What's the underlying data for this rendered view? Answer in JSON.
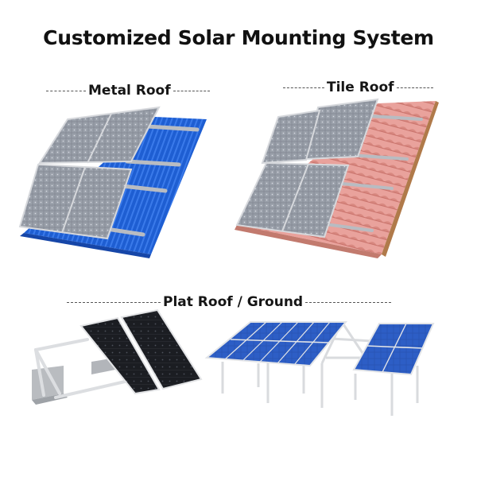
{
  "title": "Customized Solar Mounting System",
  "sections": [
    {
      "label": "Metal Roof",
      "roof_color": "#1f5fd0",
      "panel_color": "#8a8f99"
    },
    {
      "label": "Tile Roof",
      "roof_color": "#e59b95",
      "panel_color": "#8a8f99"
    },
    {
      "label": "Plat Roof / Ground",
      "panel_color_flat": "#1a1c22",
      "panel_color_ground": "#2a56b8"
    }
  ],
  "icons": {
    "metal_roof": "metal-roof-mounting-illustration",
    "tile_roof": "tile-roof-mounting-illustration",
    "flat_roof": "flat-roof-tripod-mounting-illustration",
    "ground": "ground-mounting-illustration"
  }
}
